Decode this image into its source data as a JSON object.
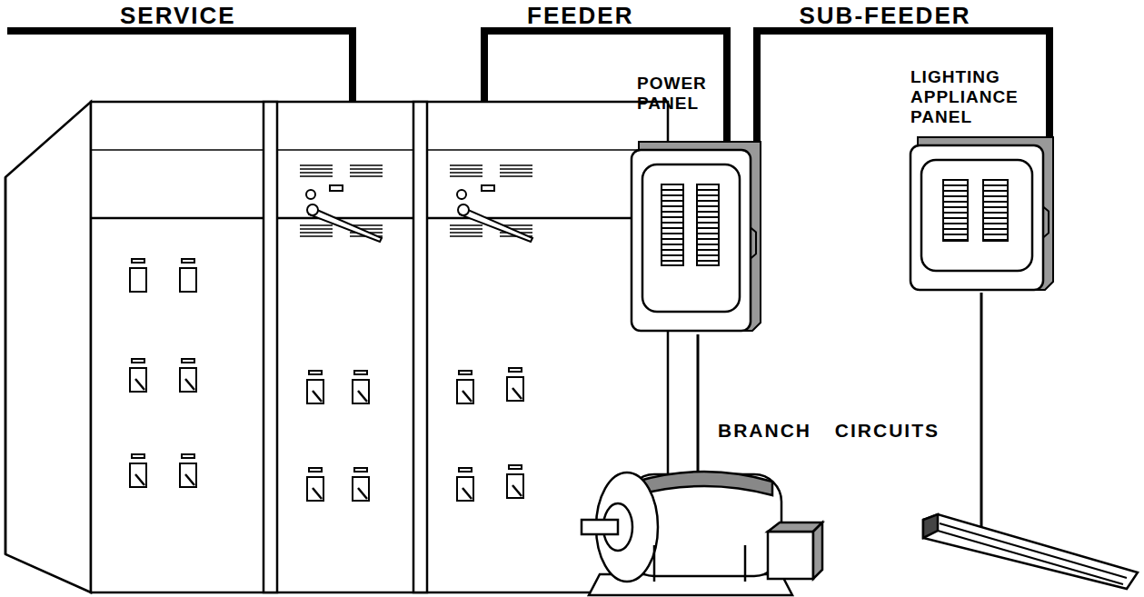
{
  "diagram": {
    "nodes": [
      {
        "text": [
          "POWER PANEL"
        ]
      },
      {
        "text": [
          "LIGHTING APPLIANCE PANEL"
        ]
      }
    ],
    "edges": [
      {
        "from": 0,
        "to": 1,
        "arrow": "none",
        "label": "SUB-FEEDER"
      }
    ],
    "labels": [
      "SERVICE",
      "FEEDER",
      "BRANCH CIRCUITS"
    ]
  }
}
